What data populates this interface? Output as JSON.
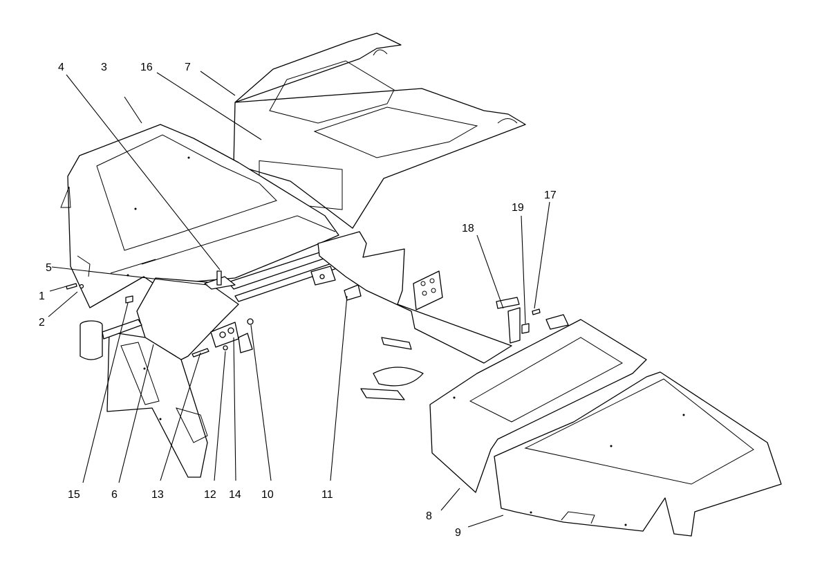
{
  "callouts": [
    {
      "id": "c1",
      "label": "1",
      "ref": "screw"
    },
    {
      "id": "c2",
      "label": "2",
      "ref": "washer"
    },
    {
      "id": "c3",
      "label": "3",
      "ref": "hood-left"
    },
    {
      "id": "c4",
      "label": "4",
      "ref": "hinge-screw"
    },
    {
      "id": "c5",
      "label": "5",
      "ref": "hinge-plate"
    },
    {
      "id": "c6",
      "label": "6",
      "ref": "front-panel-left"
    },
    {
      "id": "c7",
      "label": "7",
      "ref": "seat-cover"
    },
    {
      "id": "c8",
      "label": "8",
      "ref": "fender-front-right"
    },
    {
      "id": "c9",
      "label": "9",
      "ref": "fender-right"
    },
    {
      "id": "c10",
      "label": "10",
      "ref": "nut"
    },
    {
      "id": "c11",
      "label": "11",
      "ref": "spring"
    },
    {
      "id": "c12",
      "label": "12",
      "ref": "nut-small"
    },
    {
      "id": "c13",
      "label": "13",
      "ref": "bolt"
    },
    {
      "id": "c14",
      "label": "14",
      "ref": "bracket"
    },
    {
      "id": "c15",
      "label": "15",
      "ref": "bushing"
    },
    {
      "id": "c16",
      "label": "16",
      "ref": "decal"
    },
    {
      "id": "c17",
      "label": "17",
      "ref": "screw-right"
    },
    {
      "id": "c18",
      "label": "18",
      "ref": "grip"
    },
    {
      "id": "c19",
      "label": "19",
      "ref": "clip"
    }
  ]
}
